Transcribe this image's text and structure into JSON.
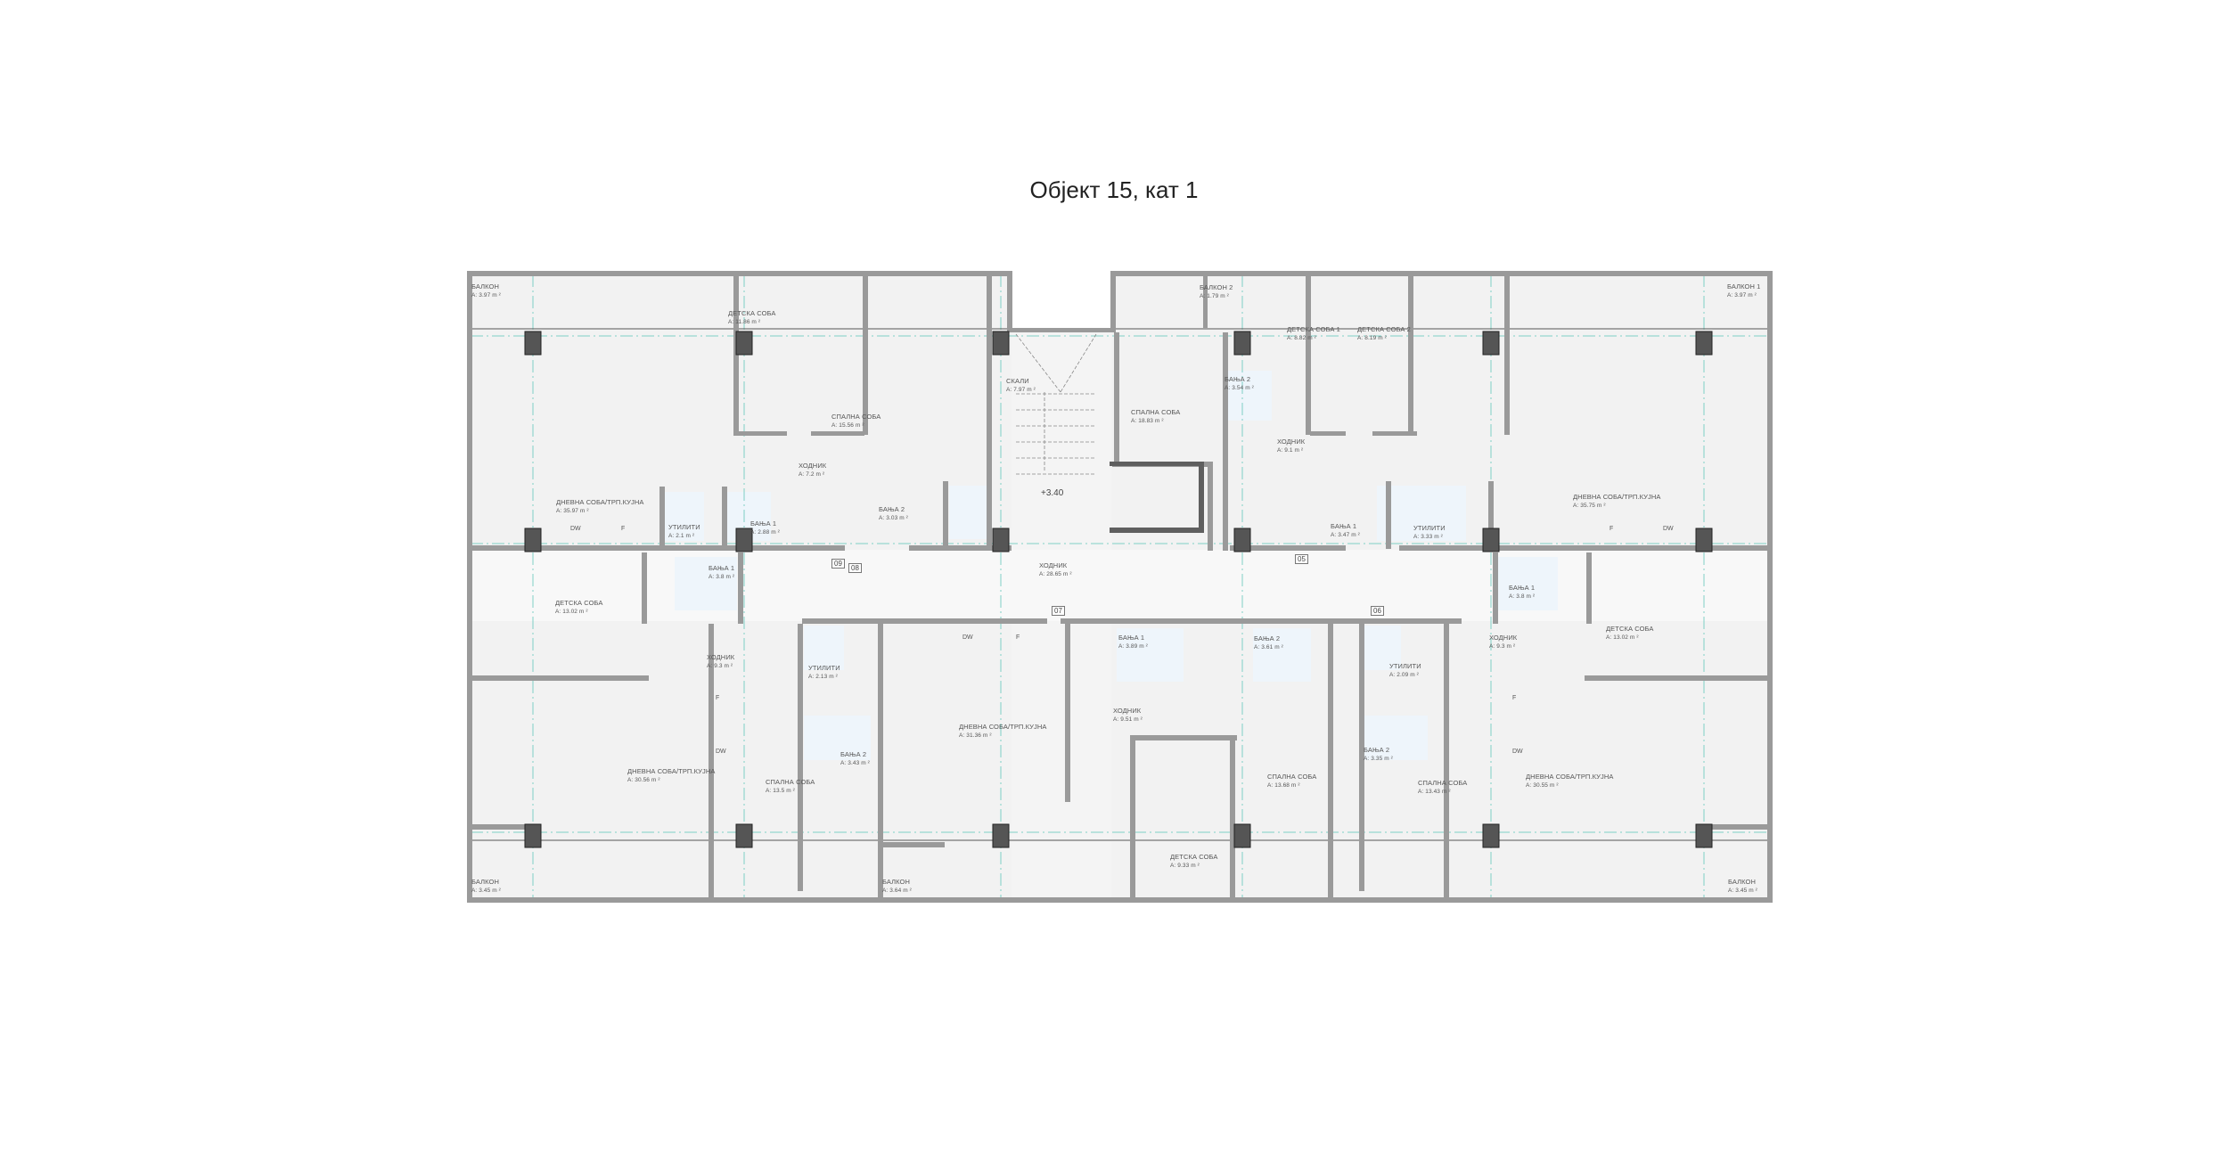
{
  "title": "Објект 15, кат 1",
  "elevation": "+3.40",
  "area_prefix": "A:",
  "unit": "m ²",
  "colors": {
    "wall": "#9a9a9a",
    "column": "#555555",
    "floor": "#f2f2f2",
    "bath": "#eef5fb",
    "grid": "#7fd0c6"
  },
  "rooms": [
    {
      "name": "Балкон",
      "area": "3.97"
    },
    {
      "name": "Детска соба",
      "area": "11.86"
    },
    {
      "name": "Спална соба",
      "area": "15.56"
    },
    {
      "name": "Ходник",
      "area": "7.2"
    },
    {
      "name": "Дневна соба/трп.кујна",
      "area": "35.97"
    },
    {
      "name": "Утилити",
      "area": "2.1"
    },
    {
      "name": "Бања 1",
      "area": "2.88"
    },
    {
      "name": "Бања 2",
      "area": "3.03"
    },
    {
      "name": "Скали",
      "area": "7.97"
    },
    {
      "name": "Спална соба",
      "area": "18.83"
    },
    {
      "name": "Балкон 2",
      "area": "1.79"
    },
    {
      "name": "Бања 2",
      "area": "3.54"
    },
    {
      "name": "Детска соба 1",
      "area": "8.82"
    },
    {
      "name": "Детска соба 2",
      "area": "8.19"
    },
    {
      "name": "Ходник",
      "area": "9.1"
    },
    {
      "name": "Бања 1",
      "area": "3.47"
    },
    {
      "name": "Утилити",
      "area": "3.33"
    },
    {
      "name": "Балкон 1",
      "area": "3.97"
    },
    {
      "name": "Дневна соба/трп.кујна",
      "area": "35.75"
    },
    {
      "name": "Детска соба",
      "area": "13.02"
    },
    {
      "name": "Бања 1",
      "area": "3.8"
    },
    {
      "name": "Ходник",
      "area": "9.3"
    },
    {
      "name": "Утилити",
      "area": "2.13"
    },
    {
      "name": "Бања 2",
      "area": "3.43"
    },
    {
      "name": "Дневна соба/трп.кујна",
      "area": "30.56"
    },
    {
      "name": "Спална соба",
      "area": "13.5"
    },
    {
      "name": "Балкон",
      "area": "3.45"
    },
    {
      "name": "Балкон",
      "area": "3.64"
    },
    {
      "name": "Ходник",
      "area": "28.65"
    },
    {
      "name": "Бања 1",
      "area": "3.89"
    },
    {
      "name": "Бања 2",
      "area": "3.61"
    },
    {
      "name": "Ходник",
      "area": "9.51"
    },
    {
      "name": "Дневна соба/трп.кујна",
      "area": "31.36"
    },
    {
      "name": "Спална соба",
      "area": "13.68"
    },
    {
      "name": "Детска соба",
      "area": "9.33"
    },
    {
      "name": "Бања 1",
      "area": "3.8"
    },
    {
      "name": "Ходник",
      "area": "9.3"
    },
    {
      "name": "Детска соба",
      "area": "13.02"
    },
    {
      "name": "Утилити",
      "area": "2.09"
    },
    {
      "name": "Бања 2",
      "area": "3.35"
    },
    {
      "name": "Спална соба",
      "area": "13.43"
    },
    {
      "name": "Дневна соба/трп.кујна",
      "area": "30.55"
    },
    {
      "name": "Балкон",
      "area": "3.45"
    }
  ],
  "apartment_tags": [
    "08",
    "09",
    "07",
    "05",
    "06"
  ],
  "fixtures": [
    "DW",
    "F",
    "DW",
    "F",
    "DW",
    "F",
    "DW",
    "F",
    "DW",
    "F"
  ]
}
